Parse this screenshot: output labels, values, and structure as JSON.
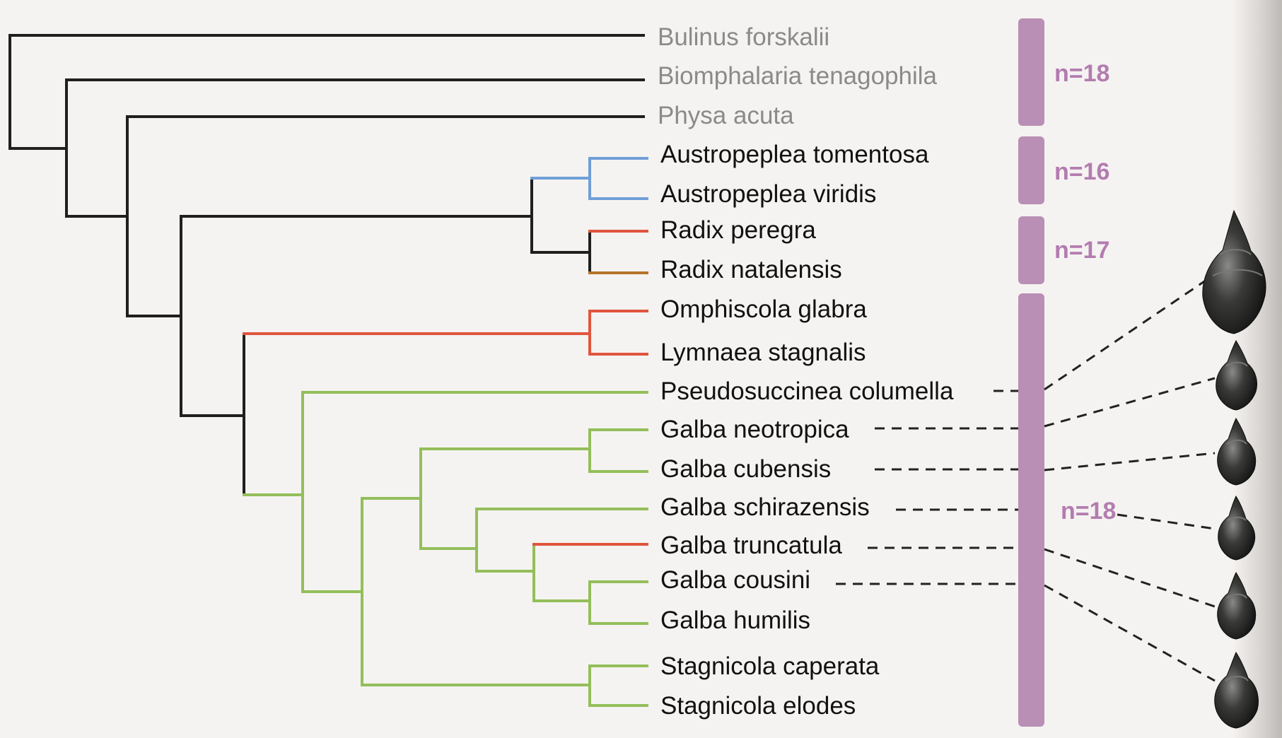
{
  "taxa": [
    "Bulinus forskalii",
    "Biomphalaria tenagophila",
    "Physa acuta",
    "Austropeplea tomentosa",
    "Austropeplea viridis",
    "Radix peregra",
    "Radix natalensis",
    "Omphiscola glabra",
    "Lymnaea stagnalis",
    "Pseudosuccinea columella",
    "Galba neotropica",
    "Galba cubensis",
    "Galba schirazensis",
    "Galba truncatula",
    "Galba cousini",
    "Galba humilis",
    "Stagnicola caperata",
    "Stagnicola elodes"
  ],
  "chromosome_groups": [
    {
      "label": "n=18"
    },
    {
      "label": "n=16"
    },
    {
      "label": "n=17"
    },
    {
      "label": "n=18"
    }
  ],
  "shell_images": [
    {
      "name": "shell-pseudosuccinea-columella"
    },
    {
      "name": "shell-galba-neotropica"
    },
    {
      "name": "shell-galba-cubensis"
    },
    {
      "name": "shell-galba-schirazensis"
    },
    {
      "name": "shell-galba-truncatula"
    },
    {
      "name": "shell-galba-cousini"
    }
  ],
  "colors": {
    "background": "#f5f3f1",
    "tree_default": "#1f1f1f",
    "outgroup_label": "#8a8a8a",
    "ingroup_label": "#111111",
    "branch_blue": "#6f9fd8",
    "branch_red": "#e0553e",
    "branch_green": "#93bf5a",
    "chromosome_bar": "#b98fb5",
    "chromosome_label": "#b37cb0",
    "dashed_line": "#222222"
  }
}
